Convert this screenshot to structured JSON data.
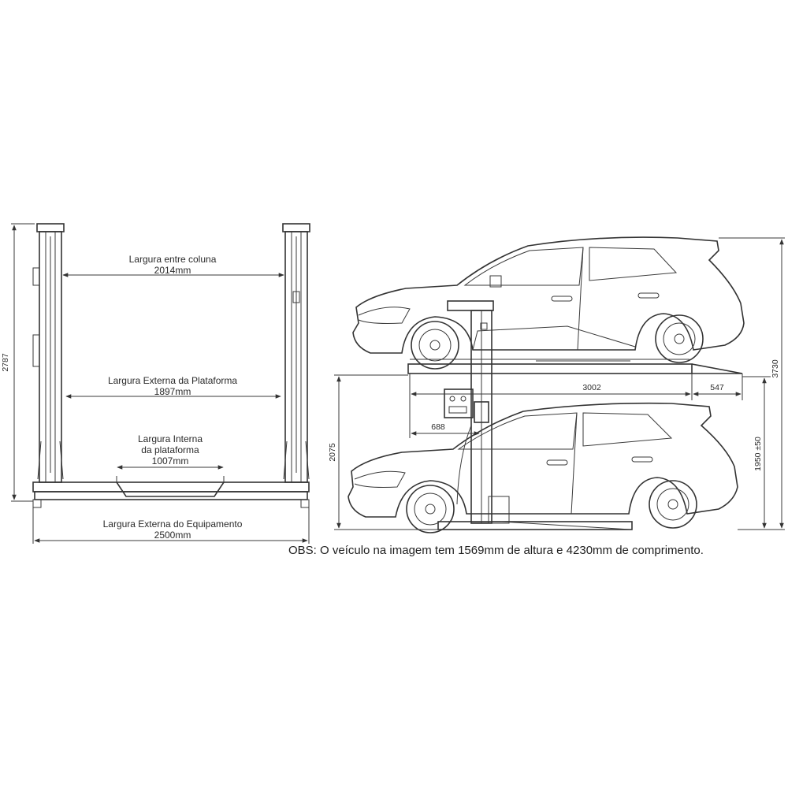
{
  "front_view": {
    "col_label": "Largura entre coluna",
    "col_value": "2014mm",
    "ext_plat_label": "Largura Externa da Plataforma",
    "ext_plat_value": "1897mm",
    "int_plat_label_1": "Largura Interna",
    "int_plat_label_2": "da plataforma",
    "int_plat_value": "1007mm",
    "equip_label": "Largura Externa do Equipamento",
    "equip_value": "2500mm",
    "height_value": "2787"
  },
  "side_view": {
    "platform_length": "3002",
    "ramp_length": "547",
    "offset": "688",
    "lower_height": "2075",
    "clearance": "1950 ±50",
    "total_height": "3730"
  },
  "note": "OBS: O veículo na imagem tem 1569mm de altura e 4230mm de comprimento."
}
